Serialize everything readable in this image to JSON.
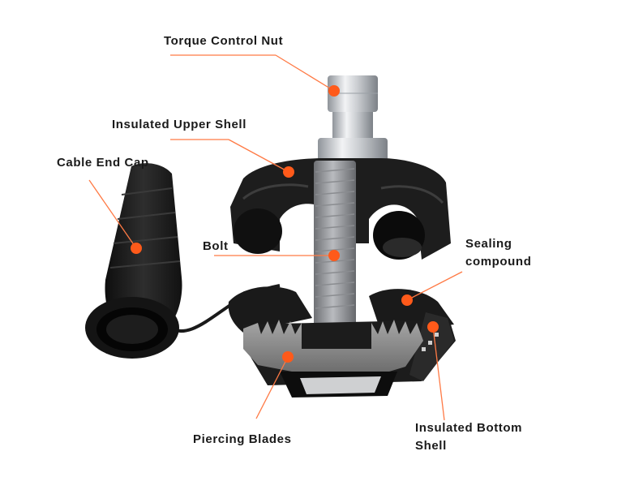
{
  "labels": {
    "torque_control_nut": "Torque Control Nut",
    "insulated_upper_shell": "Insulated Upper Shell",
    "cable_end_cap": "Cable End Cap",
    "bolt": "Bolt",
    "sealing_compound_1": "Sealing",
    "sealing_compound_2": "compound",
    "piercing_blades": "Piercing Blades",
    "insulated_bottom_shell_1": "Insulated Bottom",
    "insulated_bottom_shell_2": "Shell"
  },
  "colors": {
    "accent": "#ff5a1a",
    "leader": "#ff7a45",
    "body": "#1c1c1c",
    "metal": "#cfd2d6",
    "grey_plate": "#8e8e8e"
  }
}
